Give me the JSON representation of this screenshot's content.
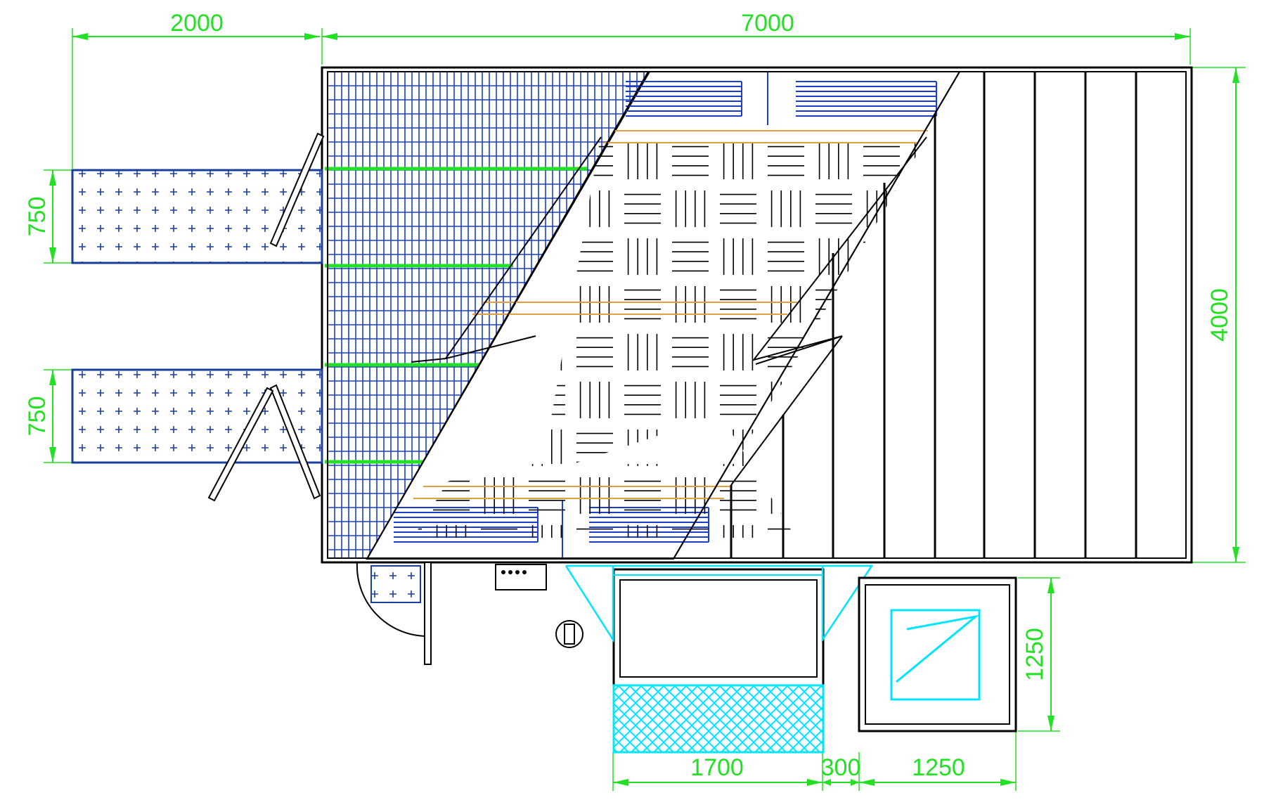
{
  "dimensions": {
    "top_left": "2000",
    "top_main": "7000",
    "left_upper": "750",
    "left_lower": "750",
    "right_height": "4000",
    "right_side": "1250",
    "bottom_a": "1700",
    "bottom_b": "300",
    "bottom_c": "1250"
  },
  "colors": {
    "dimension": "#22e022",
    "outline": "#000000",
    "grid": "#1a3fcc",
    "rail": "#22e022",
    "joist": "#e0a040",
    "equipment": "#00e5ff",
    "mat": "#1a3f9a"
  }
}
